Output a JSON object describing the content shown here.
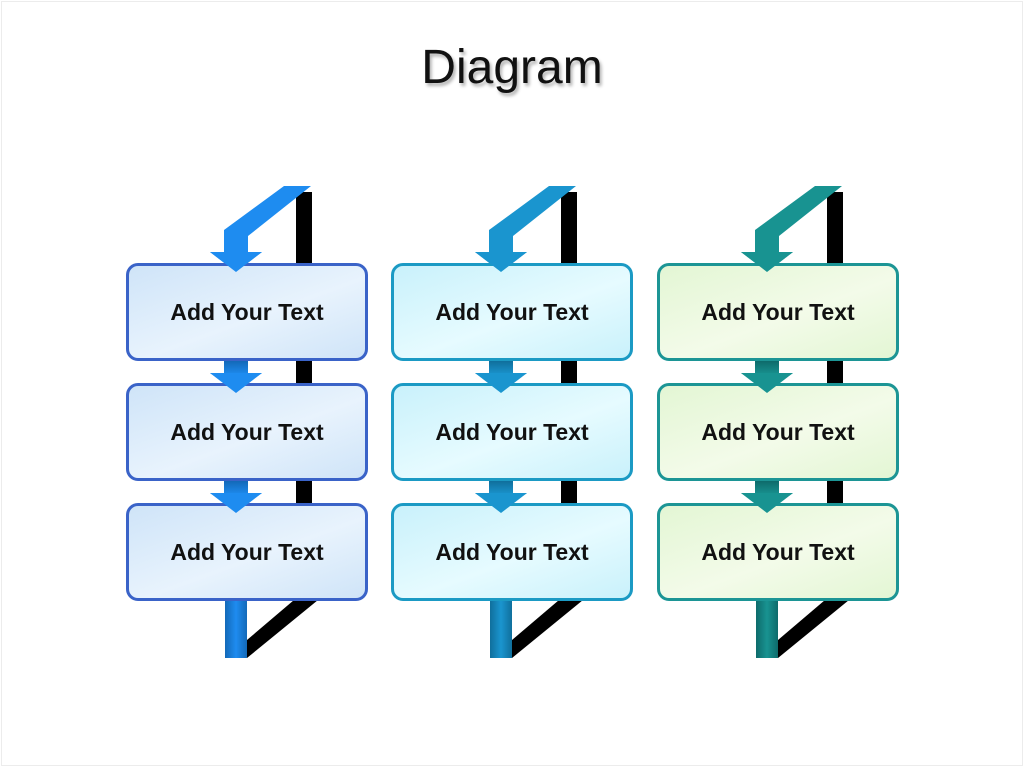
{
  "title": "Diagram",
  "columns": [
    {
      "name": "blue",
      "colors": {
        "border": "#3a63c8",
        "arrow": "#1e8cf0",
        "arrow_dark": "#1369b8",
        "fill_top": "#cfe4f8",
        "fill_mid": "#e8f3fd"
      },
      "boxes": [
        {
          "label": "Add Your Text"
        },
        {
          "label": "Add Your Text"
        },
        {
          "label": "Add Your Text"
        }
      ]
    },
    {
      "name": "cyan",
      "colors": {
        "border": "#1b9ac4",
        "arrow": "#1a95cf",
        "arrow_dark": "#106f9c",
        "fill_top": "#c9f1fb",
        "fill_mid": "#e6fbff"
      },
      "boxes": [
        {
          "label": "Add Your Text"
        },
        {
          "label": "Add Your Text"
        },
        {
          "label": "Add Your Text"
        }
      ]
    },
    {
      "name": "teal",
      "colors": {
        "border": "#1c9595",
        "arrow": "#189391",
        "arrow_dark": "#0e6b6b",
        "fill_top": "#e3f6d4",
        "fill_mid": "#f3fbe9"
      },
      "boxes": [
        {
          "label": "Add Your Text"
        },
        {
          "label": "Add Your Text"
        },
        {
          "label": "Add Your Text"
        }
      ]
    }
  ]
}
